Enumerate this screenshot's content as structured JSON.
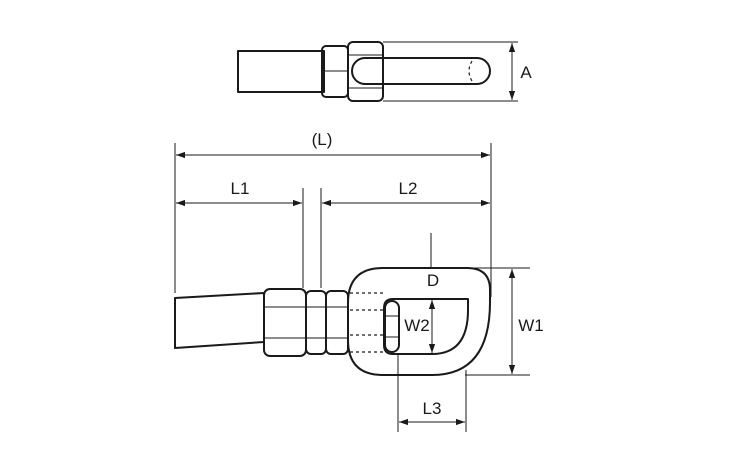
{
  "dimension_labels": {
    "a": "A",
    "l": "(L)",
    "l1": "L1",
    "l2": "L2",
    "d": "D",
    "w1": "W1",
    "w2": "W2",
    "l3": "L3"
  },
  "colors": {
    "line": "#1a1a1a",
    "background": "#ffffff"
  }
}
